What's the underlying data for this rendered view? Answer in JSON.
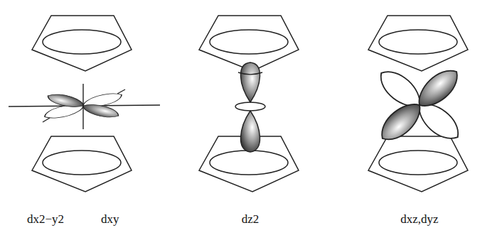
{
  "diagram": {
    "labels": [
      "dx2−y2",
      "dxy",
      "dz2",
      "dxz,dyz"
    ]
  }
}
